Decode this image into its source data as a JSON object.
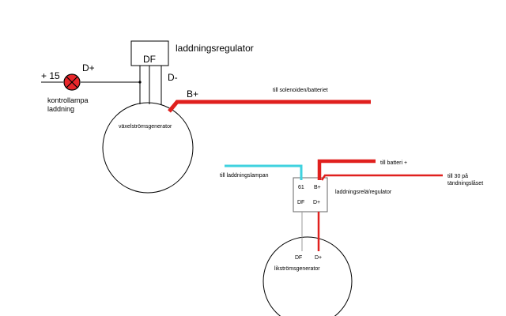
{
  "colors": {
    "wire": "#000000",
    "wire_grey": "#9a9a9a",
    "power": "#e0201e",
    "signal": "#3fd2df",
    "lamp": "#e8262a"
  },
  "labels": {
    "plus15": "+ 15",
    "lamp_d_plus": "D+",
    "lamp_name_1": "kontrollampa",
    "lamp_name_2": "laddning",
    "regulator_df": "DF",
    "regulator_name": "laddningsregulator",
    "regulator_d_minus": "D-",
    "b_plus": "B+",
    "solenoid": "till solenoiden/batteriet",
    "alternator": "växelströmsgenerator",
    "till_lampan": "till laddningslampan",
    "till_batteri": "till batteri +",
    "till_30_line1": "till 30 på",
    "till_30_line2": "tändningslåset",
    "relay_61": "61",
    "relay_b_plus": "B+",
    "relay_df": "DF",
    "relay_d_plus": "D+",
    "relay_name": "laddningsrelä/regulator",
    "dynamo_df": "DF",
    "dynamo_d_plus": "D+",
    "dynamo": "likströmsgenerator"
  }
}
